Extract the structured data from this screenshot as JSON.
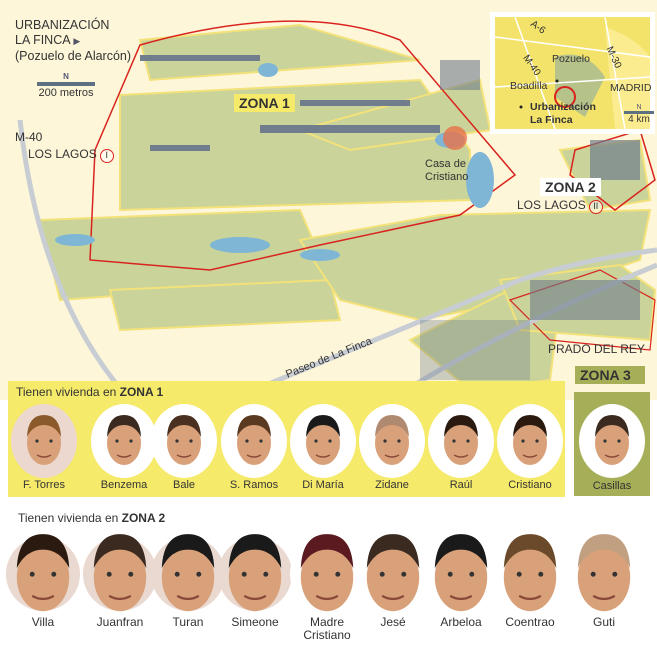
{
  "title": [
    "URBANIZACIÓN",
    "LA FINCA",
    "(Pozuelo de Alarcón)"
  ],
  "scale": {
    "north": "N",
    "label": "200 metros"
  },
  "map_labels": {
    "m40": "M-40",
    "los_lagos_1": "LOS LAGOS",
    "ring_1": "I",
    "zona1": "ZONA 1",
    "casa": [
      "Casa de",
      "Cristiano"
    ],
    "zona2": "ZONA 2",
    "los_lagos_2": "LOS LAGOS",
    "ring_2": "II",
    "paseo": "Paseo de La Finca",
    "prado": "PRADO DEL REY",
    "zona3": "ZONA 3"
  },
  "inset": {
    "a6": "A-6",
    "m40": "M-40",
    "m30": "M-30",
    "pozuelo": "Pozuelo",
    "boadilla": "Boadilla",
    "madrid": "MADRID",
    "finca": [
      "Urbanización",
      "La Finca"
    ],
    "north": "N",
    "scale": "4 km"
  },
  "zona1": {
    "title_prefix": "Tienen vivienda en ",
    "title_zone": "ZONA 1",
    "people": [
      "F. Torres",
      "Benzema",
      "Bale",
      "S. Ramos",
      "Di María",
      "Zidane",
      "Raúl",
      "Cristiano"
    ]
  },
  "zona3": {
    "people": [
      "Casillas"
    ]
  },
  "zona2": {
    "title_prefix": "Tienen vivienda en ",
    "title_zone": "ZONA 2",
    "people": [
      "Villa",
      "Juanfran",
      "Turan",
      "Simeone",
      "Madre Cristiano",
      "Jesé",
      "Arbeloa",
      "Coentrao",
      "Guti"
    ]
  },
  "colors": {
    "bg": "#fdf6d9",
    "park": "#c9d39a",
    "zone1_panel": "#f6ea6b",
    "zone3_panel": "#a6ae57",
    "boundary": "#d9231f",
    "water": "#7fb6d6"
  }
}
